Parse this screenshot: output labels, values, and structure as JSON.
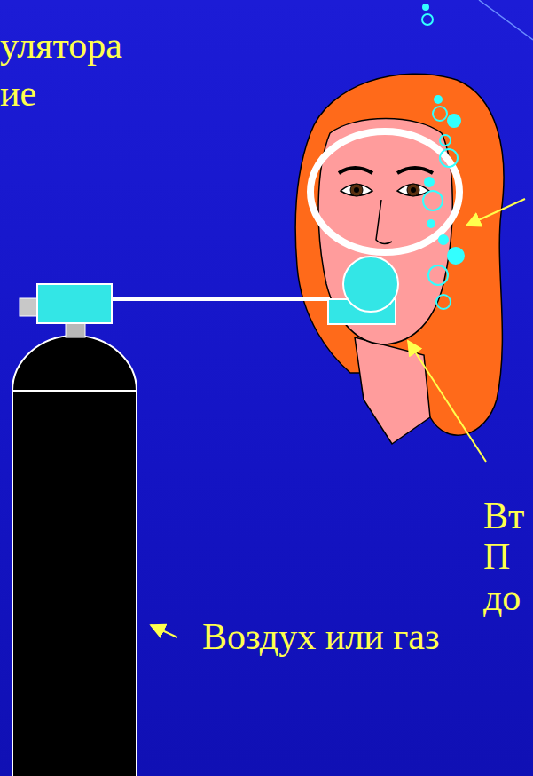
{
  "diagram": {
    "labels": [
      "улятора",
      "ие",
      "Вт",
      "П",
      "до",
      "Воздух или газ"
    ]
  }
}
